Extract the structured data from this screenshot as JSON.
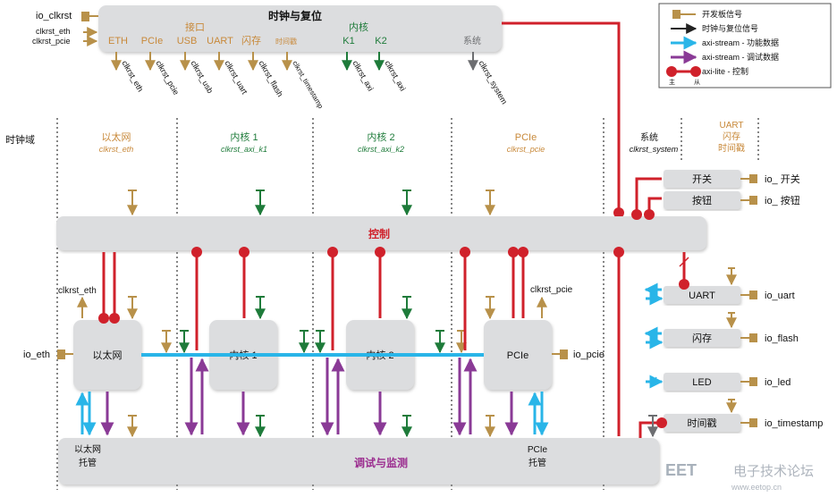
{
  "colors": {
    "board_signal": "#b8914a",
    "clock_reset": "#222222",
    "axi_stream_func": "#29b5e8",
    "axi_stream_debug": "#8a3a96",
    "axi_lite_ctrl": "#d0212b",
    "k_green": "#1e7b3a",
    "k_gray": "#6d6e71",
    "box_fill": "#dcdddf",
    "orange_text": "#c8893a",
    "red_text": "#d0212b",
    "purple_text": "#9b2c8f"
  },
  "clkrst": {
    "title": "时钟与复位",
    "io_clkrst": "io_clkrst",
    "clkrst_eth": "clkrst_eth",
    "clkrst_pcie": "clkrst_pcie",
    "iface_header": "接口",
    "core_header": "内核",
    "ports": [
      "ETH",
      "PCIe",
      "USB",
      "UART",
      "闪存",
      "时间戳",
      "K1",
      "K2",
      "系统"
    ],
    "outputs": [
      "clkrst_eth",
      "clkrst_pcie",
      "clkrst_usb",
      "clkrst_uart",
      "clkrst_flash",
      "clkrst_timestamp",
      "clkrst_axi",
      "clkrst_axi",
      "clkrst_system"
    ]
  },
  "legend": {
    "items": [
      {
        "label": "开发板信号",
        "icon": "board-signal-icon"
      },
      {
        "label": "时钟与复位信号",
        "icon": "clock-reset-arrow-icon"
      },
      {
        "label": "axi-stream - 功能数据",
        "icon": "axi-stream-func-arrow-icon"
      },
      {
        "label": "axi-stream - 调试数据",
        "icon": "axi-stream-debug-arrow-icon"
      },
      {
        "label": "axi-lite - 控制",
        "icon": "axi-lite-arrow-icon"
      }
    ],
    "master": "主",
    "slave": "从"
  },
  "domains": {
    "title": "时钟域",
    "cols": [
      {
        "name": "以太网",
        "sub": "clkrst_eth"
      },
      {
        "name": "内核 1",
        "sub": "clkrst_axi_k1"
      },
      {
        "name": "内核 2",
        "sub": "clkrst_axi_k2"
      },
      {
        "name": "PCIe",
        "sub": "clkrst_pcie"
      },
      {
        "name": "系统",
        "sub": "clkrst_system"
      },
      {
        "name": "UART\n闪存\n时间戳",
        "sub": ""
      }
    ],
    "uart_l1": "UART",
    "uart_l2": "闪存",
    "uart_l3": "时间戳"
  },
  "control": {
    "label": "控制"
  },
  "blocks": {
    "eth": "以太网",
    "k1": "内核 1",
    "k2": "内核 2",
    "pcie": "PCIe",
    "eth_clk": "clkrst_eth",
    "pcie_clk": "clkrst_pcie",
    "io_eth": "io_eth",
    "io_pcie": "io_pcie"
  },
  "peripherals": [
    {
      "label": "开关",
      "io": "io_ 开关"
    },
    {
      "label": "按钮",
      "io": "io_ 按钮"
    },
    {
      "label": "UART",
      "io": "io_uart"
    },
    {
      "label": "闪存",
      "io": "io_flash"
    },
    {
      "label": "LED",
      "io": "io_led"
    },
    {
      "label": "时间戳",
      "io": "io_timestamp"
    }
  ],
  "debug": {
    "label": "调试与监测",
    "eth_host_1": "以太网",
    "eth_host_2": "托管",
    "pcie_host_1": "PCIe",
    "pcie_host_2": "托管"
  },
  "watermark": {
    "logo": "EET",
    "text": "电子技术论坛",
    "url": "www.eetop.cn"
  }
}
